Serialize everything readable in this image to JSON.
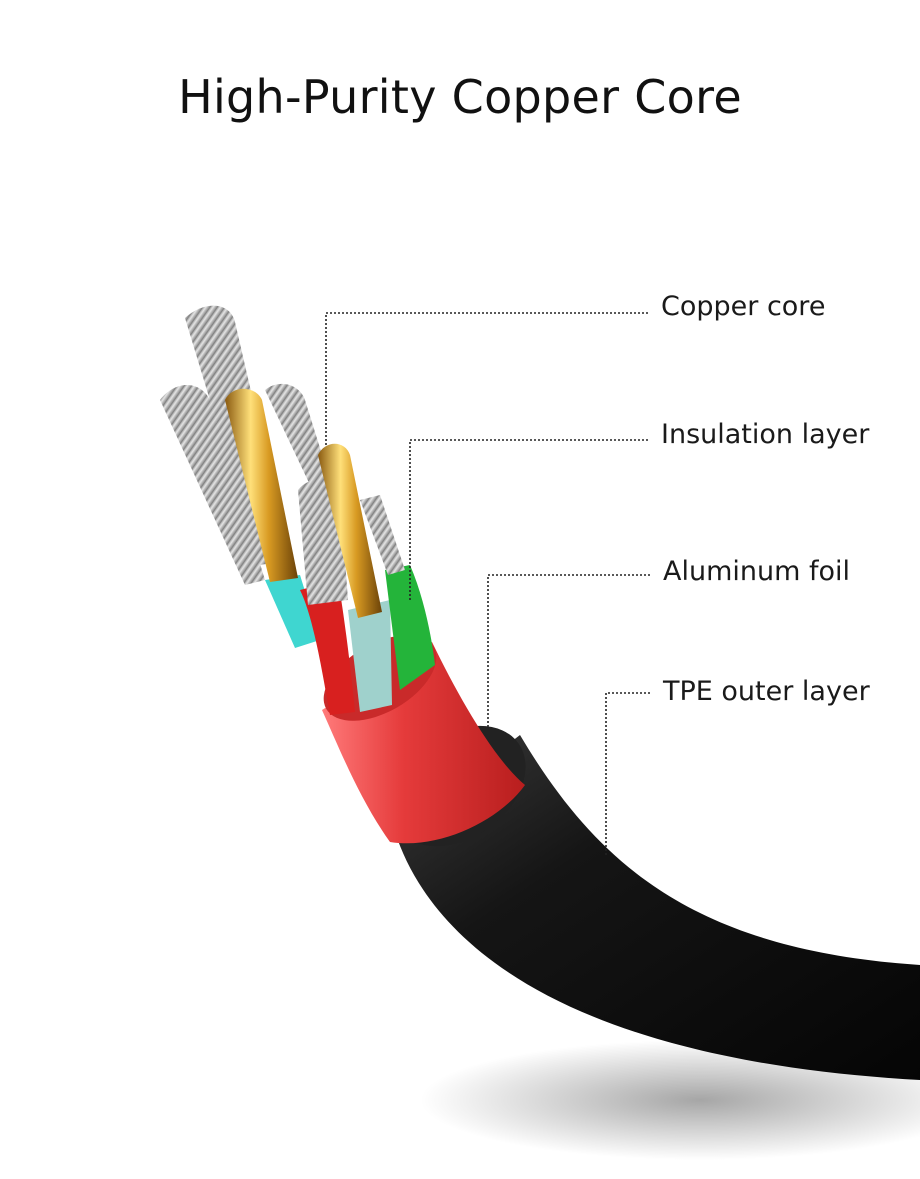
{
  "title": "High-Purity Copper Core",
  "labels": {
    "copper_core": "Copper core",
    "insulation_layer": "Insulation layer",
    "aluminum_foil": "Aluminum foil",
    "tpe_outer_layer": "TPE outer layer"
  },
  "colors": {
    "outer_jacket": "#151515",
    "aluminum_foil": "#e53b3b",
    "wire_red": "#d8201f",
    "wire_green": "#24b43a",
    "wire_cyan": "#3fd6d0",
    "wire_lightblue": "#9fd1cc",
    "gold": "#e0b23a",
    "copper_strands": "#b9b9b9"
  }
}
